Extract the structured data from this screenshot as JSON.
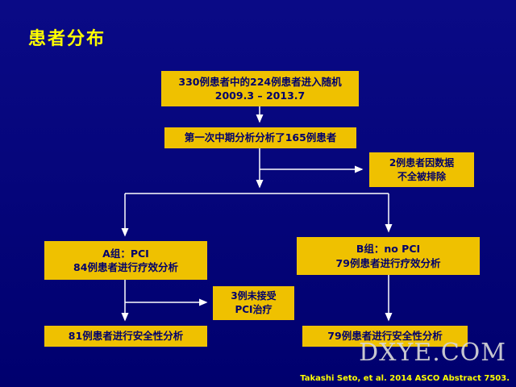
{
  "slide": {
    "title": "患者分布",
    "watermark": "DXYE.COM",
    "citation": "Takashi Seto, et  al. 2014 ASCO Abstract 7503.",
    "colors": {
      "background": "#00007a",
      "box_background": "#efc100",
      "box_text": "#00006b",
      "title_text": "#ffff00",
      "connector": "#ffffff",
      "citation_text": "#ffff00",
      "watermark_text": "#d7d7d7"
    }
  },
  "flowchart": {
    "randomized": {
      "line1": "330例患者中的224例患者进入随机",
      "line2": "2009.3 – 2013.7"
    },
    "interim": {
      "line1": "第一次中期分析分析了165例患者"
    },
    "excluded": {
      "line1": "2例患者因数据",
      "line2": "不全被排除"
    },
    "group_a": {
      "line1": "A组：PCI",
      "line2": "84例患者进行疗效分析"
    },
    "group_b": {
      "line1": "B组：no PCI",
      "line2": "79例患者进行疗效分析"
    },
    "no_pci": {
      "line1": "3例未接受",
      "line2": "PCI治疗"
    },
    "safety_a": {
      "line1": "81例患者进行安全性分析"
    },
    "safety_b": {
      "line1": "79例患者进行安全性分析"
    }
  }
}
